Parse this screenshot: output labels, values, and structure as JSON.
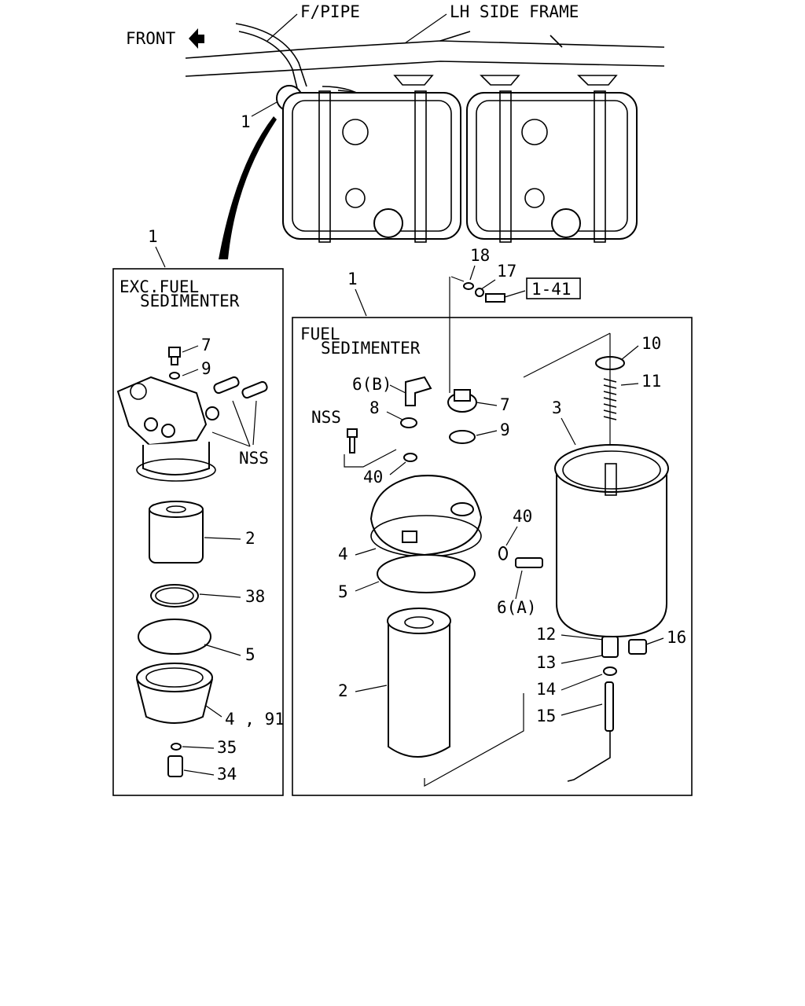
{
  "header": {
    "front": "FRONT",
    "fpipe": "F/PIPE",
    "lh_side_frame": "LH SIDE FRAME",
    "top_callout": "1"
  },
  "left_panel": {
    "group_ref": "1",
    "title_line1": "EXC.FUEL",
    "title_line2": "SEDIMENTER",
    "callouts": [
      "7",
      "9",
      "NSS",
      "2",
      "38",
      "5",
      "4 , 91",
      "35",
      "34"
    ]
  },
  "right_panel": {
    "group_ref": "1",
    "title_line1": "FUEL",
    "title_line2": "SEDIMENTER",
    "ref_box": "1-41",
    "callouts": [
      "18",
      "17",
      "10",
      "11",
      "3",
      "6(B)",
      "8",
      "7",
      "9",
      "NSS",
      "40",
      "4",
      "5",
      "40",
      "6(A)",
      "12",
      "16",
      "13",
      "14",
      "2",
      "15"
    ]
  },
  "icons": {
    "front_arrow": "left-arrow-icon"
  }
}
